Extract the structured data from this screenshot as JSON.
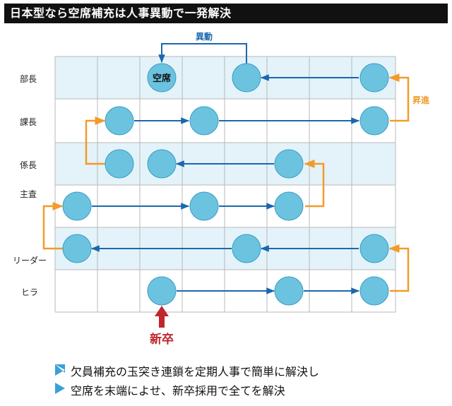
{
  "title": "日本型なら空席補充は人事異動で一発解決",
  "rows": [
    "部長",
    "課長",
    "係長",
    "主査",
    "リーダー",
    "ヒラ"
  ],
  "labels": {
    "vacancy": "空席",
    "transfer": "異動",
    "promotion": "昇進",
    "new_hire": "新卒"
  },
  "captions": [
    "欠員補充の玉突き連鎖を定期人事で簡単に解決し",
    "空席を末端によせ、新卒採用で全てを解決"
  ],
  "colors": {
    "grid_fill_shaded": "#e3f3f9",
    "grid_line": "#b9b9b9",
    "circle": "#6cc3e0",
    "circle_stroke": "#3a9cc2",
    "blue_arrow": "#1c67ae",
    "orange_arrow": "#f39a2a",
    "red_arrow": "#c0262c"
  }
}
